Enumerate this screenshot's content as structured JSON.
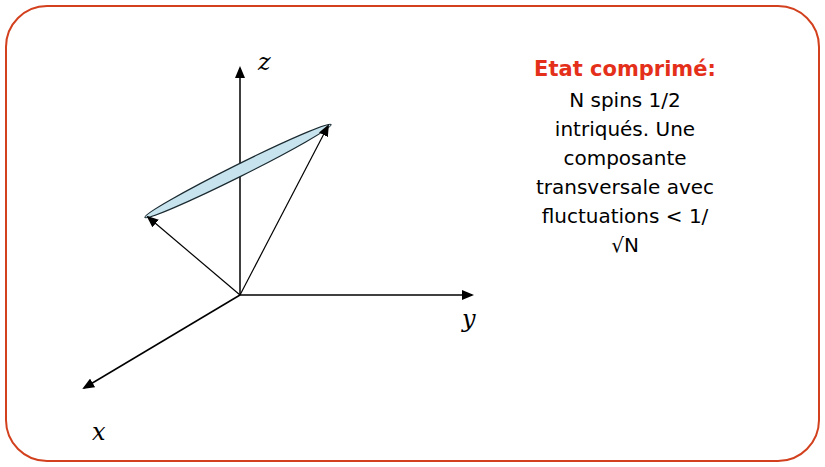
{
  "diagram": {
    "nodes": [
      {
        "text": [
          "Etat comprimé:",
          "N spins 1/2 intriqués. Une composante transversale avec fluctuations < 1/√N"
        ]
      }
    ],
    "labels": [
      "z",
      "y",
      "x"
    ]
  }
}
